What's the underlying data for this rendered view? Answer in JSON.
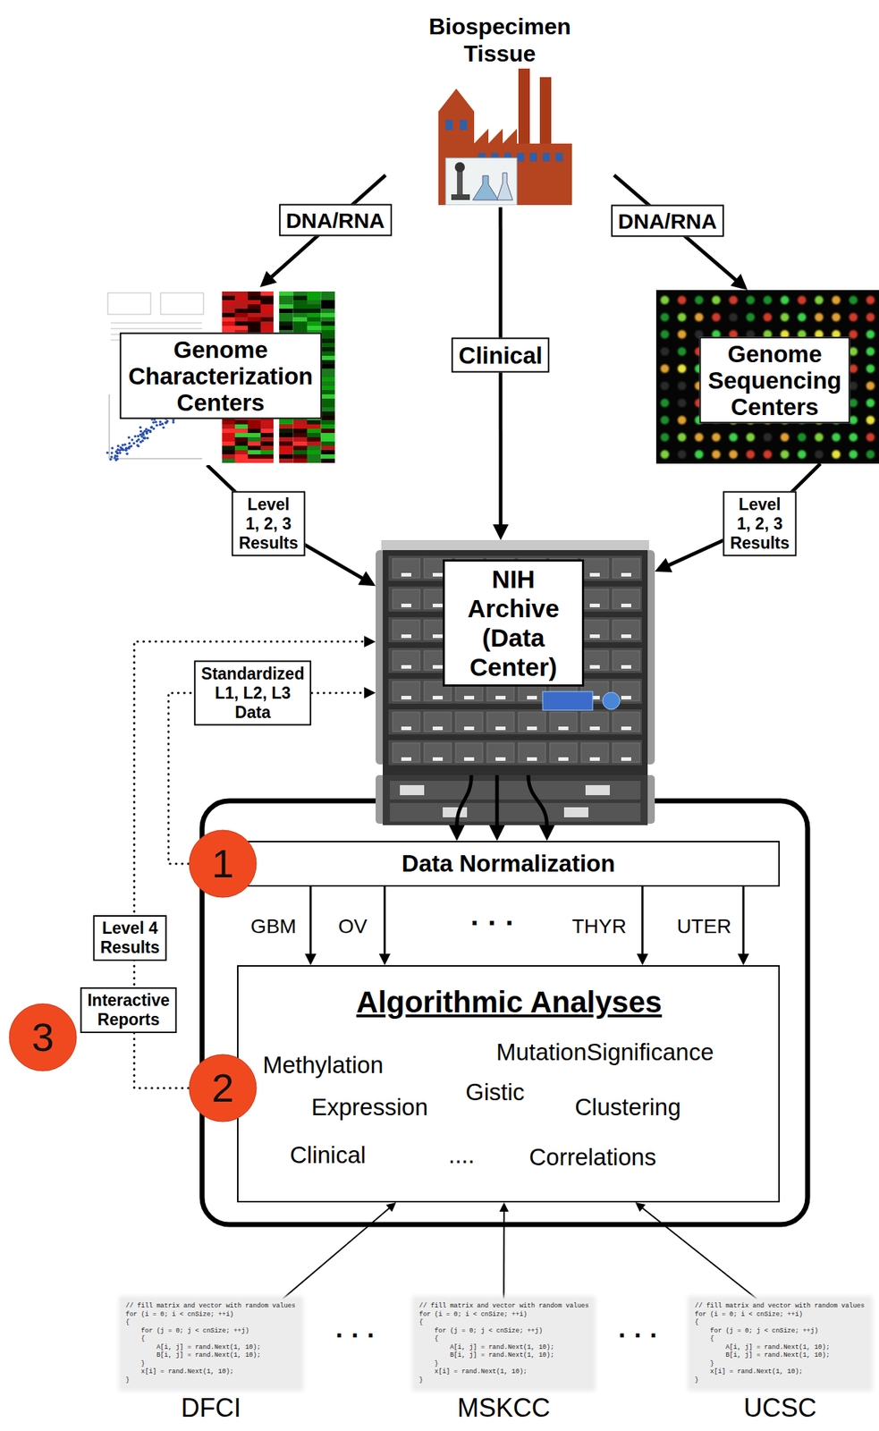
{
  "diagram": {
    "nodes": [
      {
        "text": [
          "Biospecimen Tissue"
        ]
      },
      {
        "text": [
          "Genome Characterization Centers"
        ]
      },
      {
        "text": [
          "Genome Sequencing Centers"
        ]
      },
      {
        "text": [
          "NIH Archive (Data Center)"
        ]
      },
      {
        "text": [
          "Data Normalization"
        ]
      },
      {
        "text": [
          "Algorithmic Analyses",
          "Methylation",
          "MutationSignificance",
          "Expression",
          "Gistic",
          "Clustering",
          "Clinical",
          "....",
          "Correlations"
        ]
      },
      {
        "text": [
          "1"
        ]
      },
      {
        "text": [
          "2"
        ]
      },
      {
        "text": [
          "3"
        ]
      },
      {
        "text": [
          "// fill matrix and vector with random values",
          "for (i = 0; i < cnSize; ++i)",
          "{",
          "for (j = 0; j < cnSize; ++j)",
          "{",
          "A[i, j] = rand.Next(1, 10);",
          "B[i, j] = rand.Next(1, 10);",
          "}",
          "x[i] = rand.Next(1, 10);",
          "}",
          "DFCI"
        ]
      },
      {
        "text": [
          "// fill matrix and vector with random values",
          "for (i = 0; i < cnSize; ++i)",
          "{",
          "for (j = 0; j < cnSize; ++j)",
          "{",
          "A[i, j] = rand.Next(1, 10);",
          "B[i, j] = rand.Next(1, 10);",
          "}",
          "x[i] = rand.Next(1, 10);",
          "}",
          "MSKCC"
        ]
      },
      {
        "text": [
          "// fill matrix and vector with random values",
          "for (i = 0; i < cnSize; ++i)",
          "{",
          "for (j = 0; j < cnSize; ++j)",
          "{",
          "A[i, j] = rand.Next(1, 10);",
          "B[i, j] = rand.Next(1, 10);",
          "}",
          "x[i] = rand.Next(1, 10);",
          "}",
          "UCSC"
        ]
      }
    ],
    "edges": [
      {
        "from": 0,
        "to": 1,
        "label": "DNA/RNA",
        "arrow": "to"
      },
      {
        "from": 0,
        "to": 2,
        "label": "DNA/RNA",
        "arrow": "to"
      },
      {
        "from": 0,
        "to": 3,
        "label": "Clinical",
        "arrow": "to"
      },
      {
        "from": 1,
        "to": 3,
        "label": "Level 1, 2, 3 Results",
        "arrow": "to"
      },
      {
        "from": 2,
        "to": 3,
        "label": "Level 1, 2, 3 Results",
        "arrow": "to"
      },
      {
        "from": 3,
        "to": 4,
        "arrow": "to"
      },
      {
        "from": 3,
        "to": 4,
        "arrow": "to"
      },
      {
        "from": 3,
        "to": 4,
        "arrow": "to"
      },
      {
        "from": 6,
        "to": 3,
        "label": "Standardized L1, L2, L3 Data",
        "arrow": "to"
      },
      {
        "from": 7,
        "to": 3,
        "label": "Level 4 Results",
        "arrow": "to"
      },
      {
        "from": 4,
        "to": 5,
        "label": "GBM",
        "arrow": "to"
      },
      {
        "from": 4,
        "to": 5,
        "label": "OV",
        "arrow": "to"
      },
      {
        "from": 4,
        "to": 5,
        "label": "THYR",
        "arrow": "to"
      },
      {
        "from": 4,
        "to": 5,
        "label": "UTER",
        "arrow": "to"
      },
      {
        "from": 9,
        "to": 5,
        "arrow": "to"
      },
      {
        "from": 10,
        "to": 5,
        "arrow": "to"
      },
      {
        "from": 11,
        "to": 5,
        "arrow": "to"
      }
    ],
    "labels": [
      "· · ·",
      "Interactive Reports",
      "· · ·",
      "· · ·"
    ]
  }
}
